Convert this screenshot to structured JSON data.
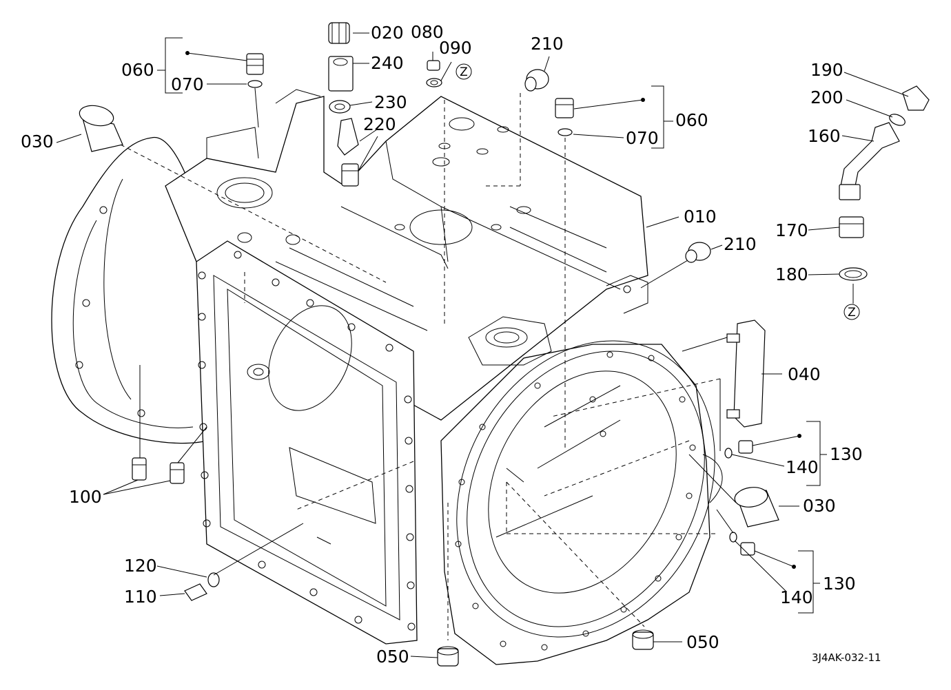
{
  "diagram": {
    "reference": "3J4AK-032-11",
    "callouts": [
      {
        "id": "c060a",
        "text": "060"
      },
      {
        "id": "c070a",
        "text": "070"
      },
      {
        "id": "c030a",
        "text": "030"
      },
      {
        "id": "c020",
        "text": "020"
      },
      {
        "id": "c240",
        "text": "240"
      },
      {
        "id": "c230",
        "text": "230"
      },
      {
        "id": "c220",
        "text": "220"
      },
      {
        "id": "c080",
        "text": "080"
      },
      {
        "id": "c090",
        "text": "090"
      },
      {
        "id": "c210a",
        "text": "210"
      },
      {
        "id": "c060b",
        "text": "060"
      },
      {
        "id": "c070b",
        "text": "070"
      },
      {
        "id": "c010",
        "text": "010"
      },
      {
        "id": "c210b",
        "text": "210"
      },
      {
        "id": "c190",
        "text": "190"
      },
      {
        "id": "c200",
        "text": "200"
      },
      {
        "id": "c160",
        "text": "160"
      },
      {
        "id": "c170",
        "text": "170"
      },
      {
        "id": "c180",
        "text": "180"
      },
      {
        "id": "c040",
        "text": "040"
      },
      {
        "id": "c130a",
        "text": "130"
      },
      {
        "id": "c140a",
        "text": "140"
      },
      {
        "id": "c030b",
        "text": "030"
      },
      {
        "id": "c130b",
        "text": "130"
      },
      {
        "id": "c140b",
        "text": "140"
      },
      {
        "id": "c100",
        "text": "100"
      },
      {
        "id": "c120",
        "text": "120"
      },
      {
        "id": "c110",
        "text": "110"
      },
      {
        "id": "c050a",
        "text": "050"
      },
      {
        "id": "c050b",
        "text": "050"
      }
    ],
    "markers": [
      {
        "id": "z1",
        "text": "Z"
      },
      {
        "id": "z2",
        "text": "Z"
      }
    ]
  }
}
